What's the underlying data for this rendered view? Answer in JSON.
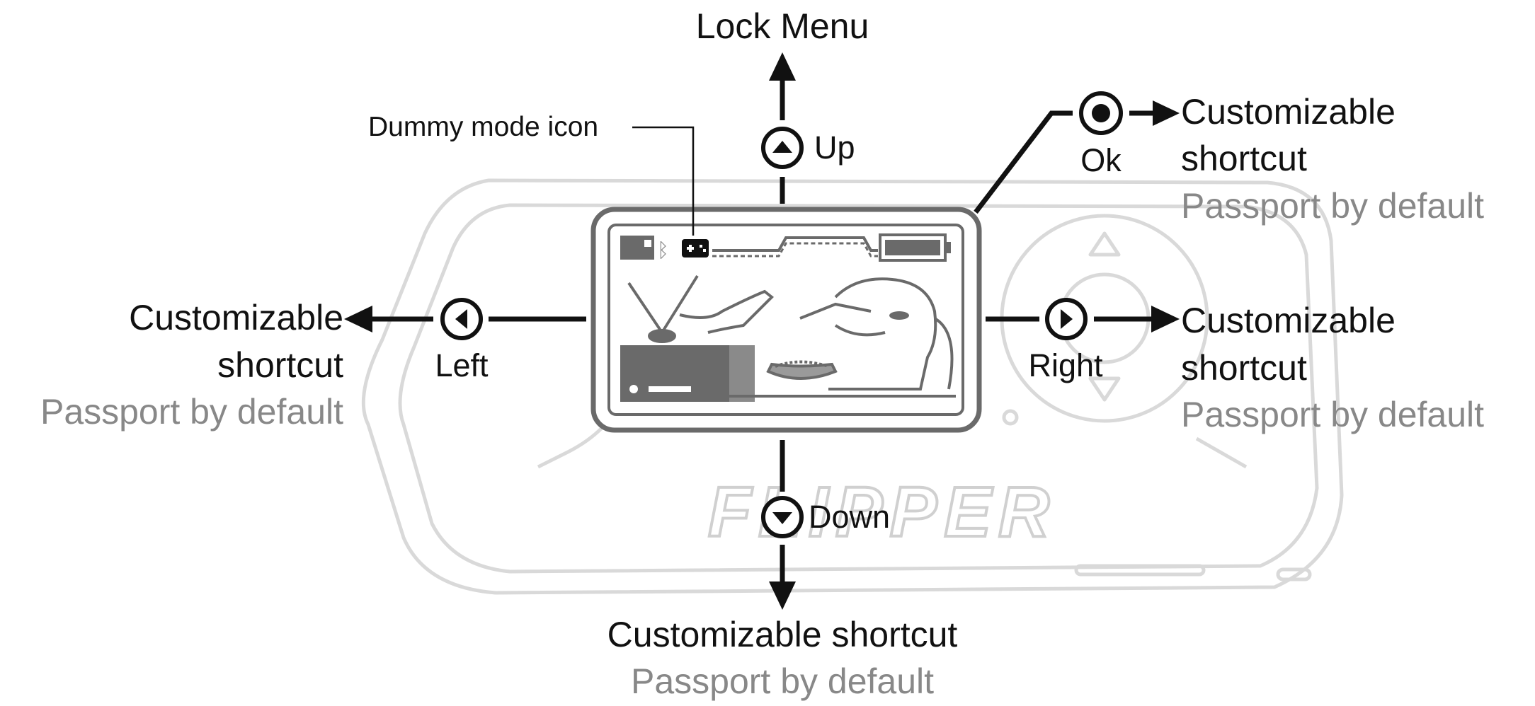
{
  "labels": {
    "up_target": "Lock Menu",
    "up": "Up",
    "down": "Down",
    "left": "Left",
    "right": "Right",
    "ok": "Ok",
    "dummy_mode_icon": "Dummy mode icon",
    "brand_watermark": "FLIPPER"
  },
  "shortcuts": {
    "ok": {
      "line1": "Customizable",
      "line2": "shortcut",
      "default": "Passport by default"
    },
    "left": {
      "line1": "Customizable",
      "line2": "shortcut",
      "default": "Passport by default"
    },
    "right": {
      "line1": "Customizable",
      "line2": "shortcut",
      "default": "Passport by default"
    },
    "down": {
      "line1": "Customizable shortcut",
      "default": "Passport by default"
    }
  },
  "colors": {
    "ink": "#111111",
    "muted_text": "#888888",
    "device_outline": "#d6d6d6",
    "screen_fill": "#7a7a7a"
  }
}
